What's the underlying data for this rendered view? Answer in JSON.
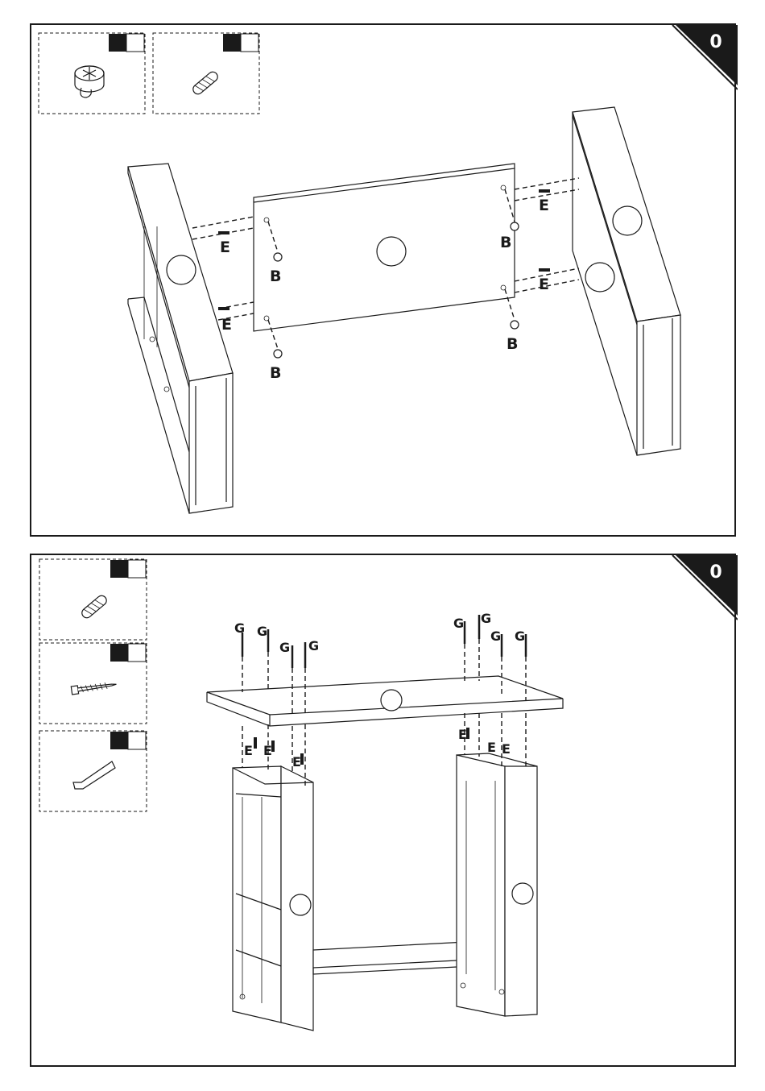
{
  "steps": [
    {
      "number": "0",
      "parts": [
        {
          "icon": "cam-lock-icon",
          "swatch_dark": "#1a1a1a",
          "swatch_light": "#ffffff"
        },
        {
          "icon": "wooden-dowel-icon",
          "swatch_dark": "#1a1a1a",
          "swatch_light": "#ffffff"
        }
      ],
      "labels": {
        "cam": "B",
        "dowel": "E"
      }
    },
    {
      "number": "0",
      "parts": [
        {
          "icon": "wooden-dowel-icon",
          "swatch_dark": "#1a1a1a",
          "swatch_light": "#ffffff"
        },
        {
          "icon": "screw-icon",
          "swatch_dark": "#1a1a1a",
          "swatch_light": "#ffffff"
        },
        {
          "icon": "allen-key-icon",
          "swatch_dark": "#1a1a1a",
          "swatch_light": "#ffffff"
        }
      ],
      "labels": {
        "screw": "G",
        "dowel": "E"
      }
    }
  ]
}
